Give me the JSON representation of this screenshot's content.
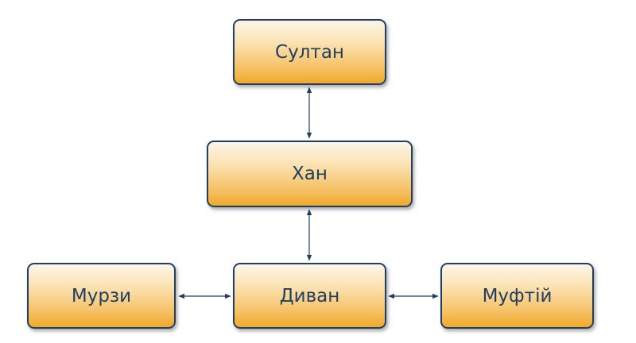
{
  "diagram": {
    "nodes": {
      "sultan": "Султан",
      "khan": "Хан",
      "mirzas": "Мурзи",
      "divan": "Диван",
      "mufti": "Муфтій"
    },
    "edges": [
      {
        "from": "sultan",
        "to": "khan",
        "direction": "both"
      },
      {
        "from": "khan",
        "to": "divan",
        "direction": "both"
      },
      {
        "from": "mirzas",
        "to": "divan",
        "direction": "both"
      },
      {
        "from": "divan",
        "to": "mufti",
        "direction": "both"
      }
    ],
    "colors": {
      "border": "#1f3f63",
      "text": "#1f3f63",
      "fill_top": "#fdf6e8",
      "fill_bottom": "#f0a92a",
      "arrow": "#1f3f63"
    }
  }
}
